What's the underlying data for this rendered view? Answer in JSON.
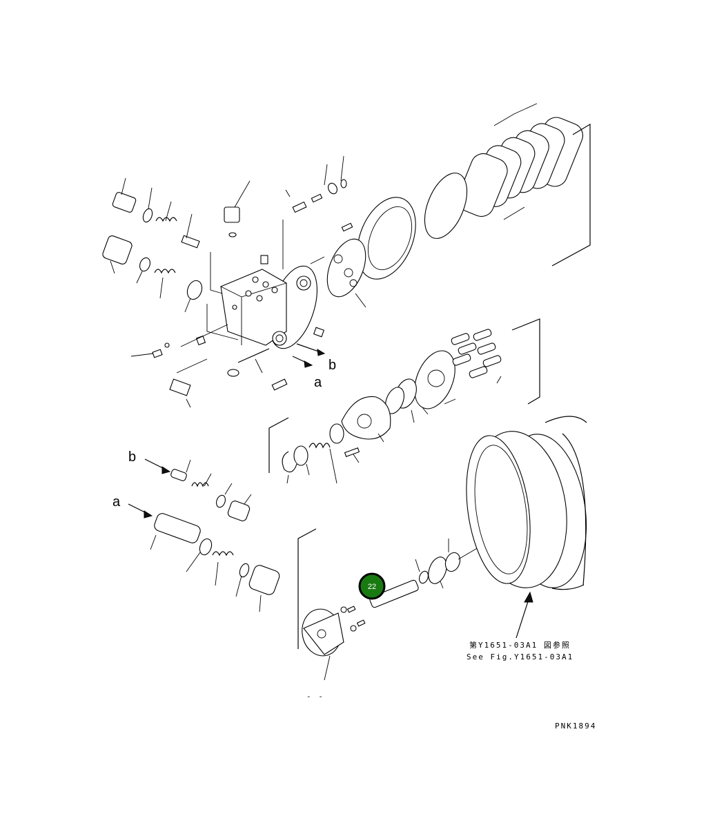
{
  "labels": {
    "b_upper": "b",
    "a_upper": "a",
    "b_lower": "b",
    "a_lower": "a"
  },
  "reference": {
    "japanese": "第Y1651-03A1 図参照",
    "english": "See Fig.Y1651-03A1"
  },
  "drawing_code": "PNK1894",
  "callout": {
    "number": "22",
    "color": "#1a7a12"
  },
  "footer_mark": "- -"
}
